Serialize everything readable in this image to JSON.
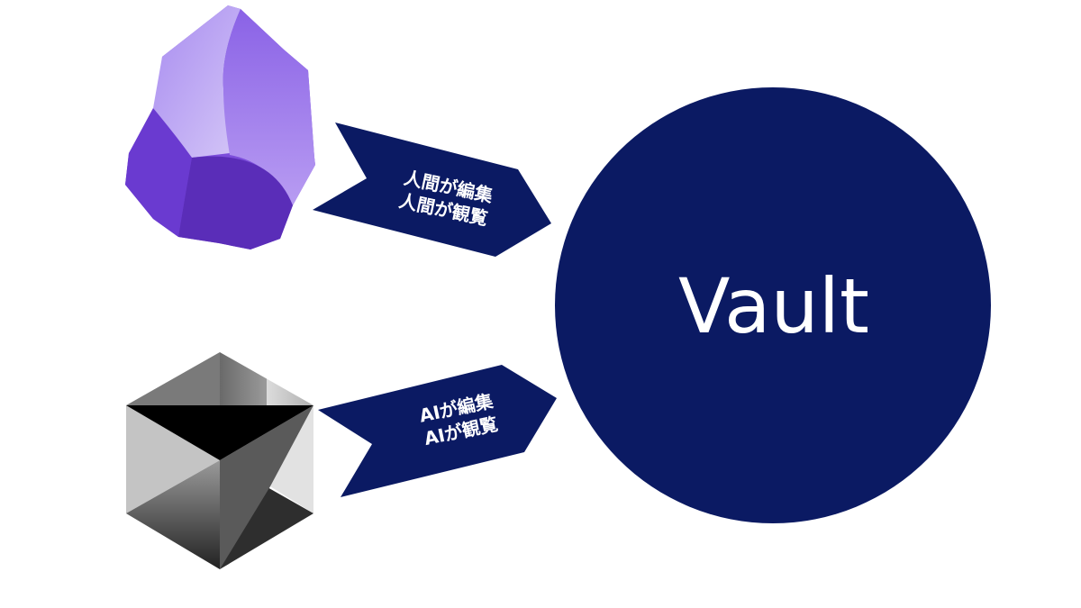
{
  "colors": {
    "navy": "#0b1a63",
    "obsidian_purple": "#7c4ddb"
  },
  "nodes": {
    "human_tool": {
      "icon": "obsidian-logo"
    },
    "ai_tool": {
      "icon": "hexagon-cube-logo"
    },
    "vault": {
      "label": "Vault"
    }
  },
  "arrows": {
    "human": {
      "line1": "人間が編集",
      "line2": "人間が観覧"
    },
    "ai": {
      "line1": "AIが編集",
      "line2": "AIが観覧"
    }
  }
}
